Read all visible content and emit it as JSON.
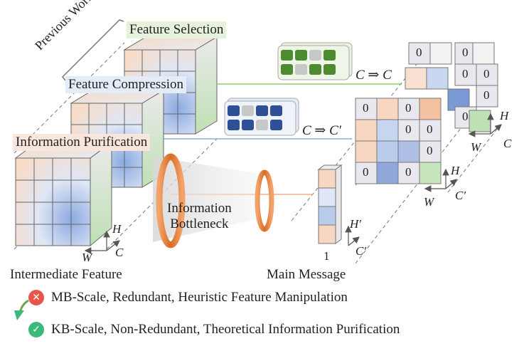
{
  "labels": {
    "previous_works": "Previous Works",
    "feature_selection": "Feature Selection",
    "feature_compression": "Feature Compression",
    "information_purification": "Information Purification",
    "intermediate_feature": "Intermediate Feature",
    "main_message": "Main Message",
    "info_bottleneck_line1": "Information",
    "info_bottleneck_line2": "Bottleneck",
    "c_to_c": "C ⇒ C",
    "c_to_cprime": "C ⇒ C′",
    "zero": "0",
    "one": "1"
  },
  "axes": {
    "h": "H",
    "w": "W",
    "c": "C",
    "h_prime": "H′",
    "c_prime": "C′"
  },
  "legend": {
    "bad_text": "MB-Scale, Redundant, Heuristic Feature Manipulation",
    "good_text": "KB-Scale, Non-Redundant, Theoretical Information Purification",
    "bad_icon": "x-circle-icon",
    "good_icon": "check-circle-icon"
  },
  "colors": {
    "feature_selection_bg": "#e6f2dc",
    "feature_compression_bg": "#e3ecf7",
    "information_purification_bg": "#f8e6dc",
    "green_cell": "#4e8a2f",
    "blue_cell": "#2f4f96",
    "gray_cell": "#c8c8c8",
    "orange_ring": "#e07b39",
    "bad_red": "#e8554b",
    "good_green": "#3cb879"
  }
}
